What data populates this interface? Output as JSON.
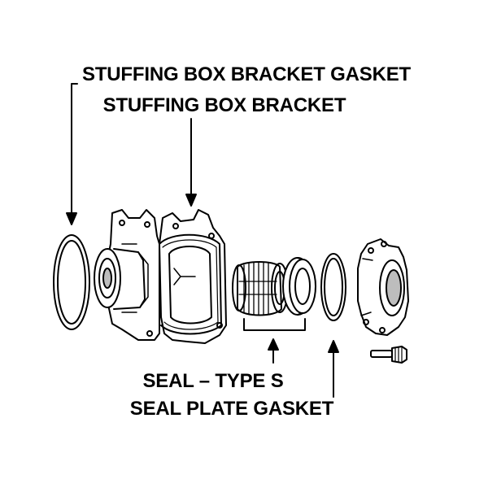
{
  "labels": {
    "gasket": "STUFFING BOX BRACKET GASKET",
    "bracket": "STUFFING BOX BRACKET",
    "seal": "SEAL – TYPE S",
    "seal_plate_gasket": "SEAL PLATE GASKET"
  },
  "colors": {
    "ink": "#000000",
    "paper": "#ffffff",
    "shade": "#bdbdbd"
  }
}
